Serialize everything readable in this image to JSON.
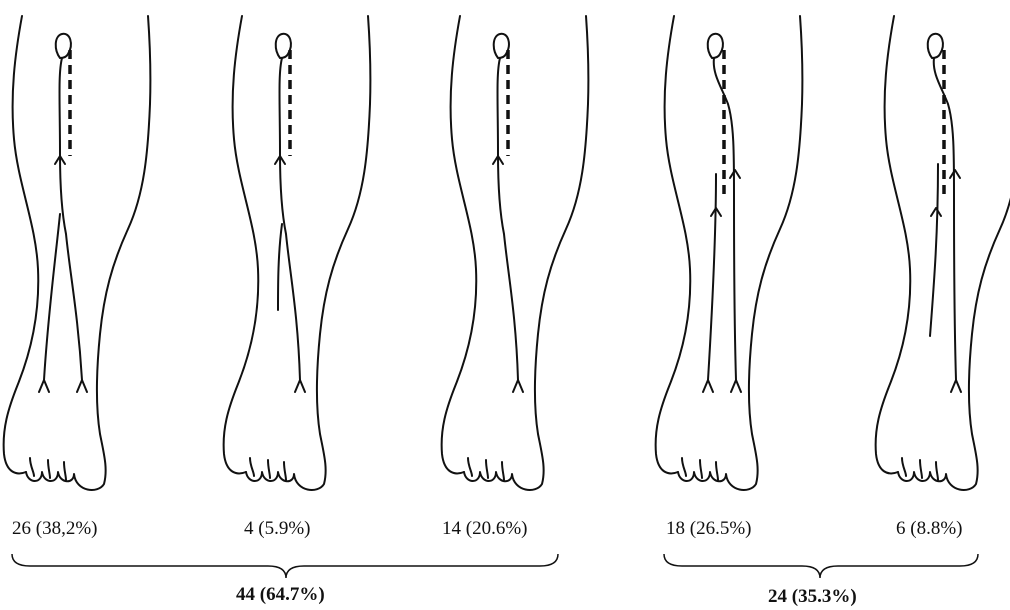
{
  "panels": [
    {
      "label": "26 (38,2%)"
    },
    {
      "label": "4 (5.9%)"
    },
    {
      "label": "14 (20.6%)"
    },
    {
      "label": "18 (26.5%)"
    },
    {
      "label": "6 (8.8%)"
    }
  ],
  "groups": [
    {
      "total": "44 (64.7%)"
    },
    {
      "total": "24 (35.3%)"
    }
  ]
}
